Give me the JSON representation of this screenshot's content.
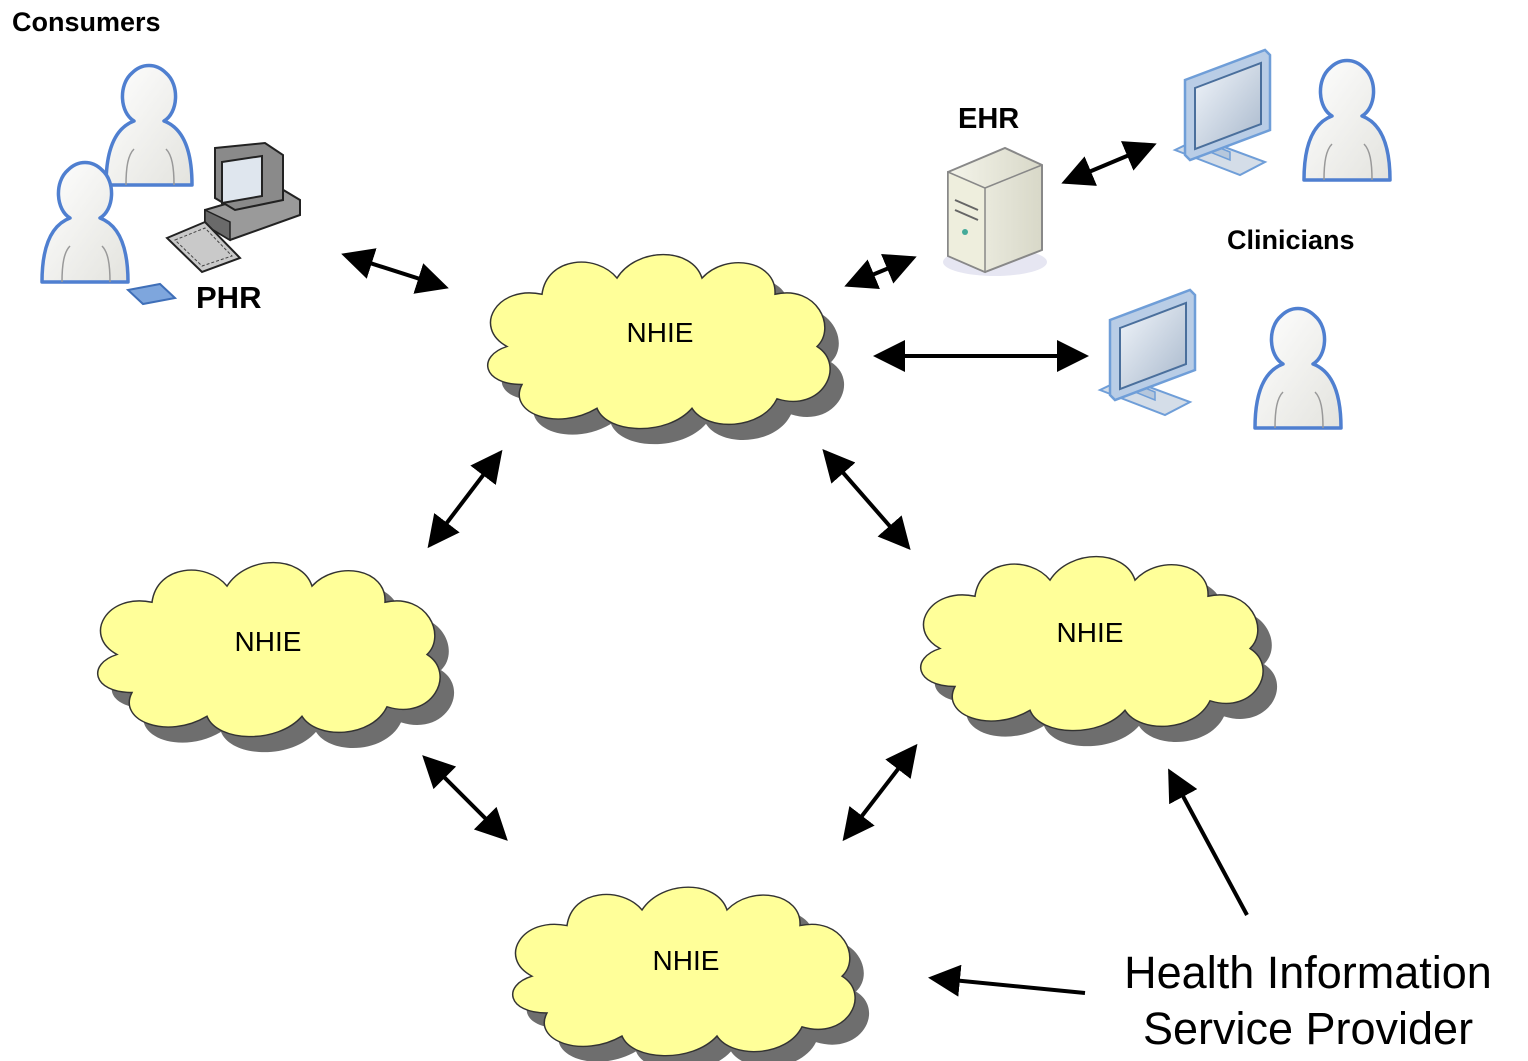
{
  "labels": {
    "consumers": "Consumers",
    "phr": "PHR",
    "ehr": "EHR",
    "clinicians": "Clinicians",
    "provider_line1": "Health Information",
    "provider_line2": "Service Provider"
  },
  "clouds": [
    {
      "id": "top",
      "label": "NHIE"
    },
    {
      "id": "left",
      "label": "NHIE"
    },
    {
      "id": "right",
      "label": "NHIE"
    },
    {
      "id": "bottom",
      "label": "NHIE"
    }
  ],
  "colors": {
    "cloud_fill": "#ffff99",
    "cloud_shadow": "#555555",
    "person_stroke": "#4f7fd0",
    "monitor_fill": "#6f9ed8",
    "arrow": "#000000"
  },
  "icons": {
    "person": "user-icon",
    "desktop": "desktop-computer-icon",
    "server": "server-tower-icon",
    "monitor": "monitor-icon"
  }
}
